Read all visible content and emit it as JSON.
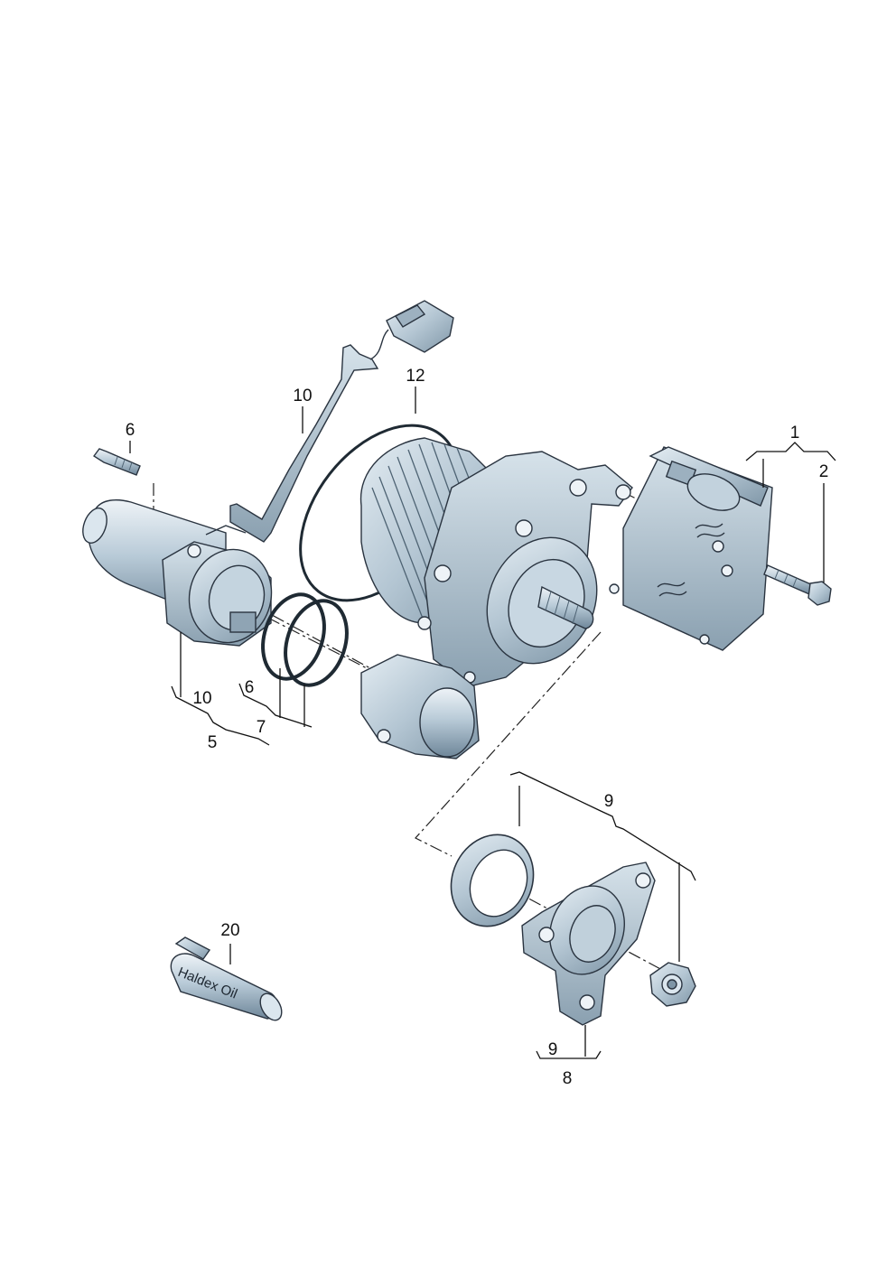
{
  "callouts": {
    "c1": "1",
    "c2": "2",
    "c5": "5",
    "c6a": "6",
    "c6b": "6",
    "c7": "7",
    "c8": "8",
    "c9a": "9",
    "c9b": "9",
    "c10a": "10",
    "c10b": "10",
    "c12": "12",
    "c20": "20"
  },
  "oil_bottle_text": "Haldex Oil",
  "colors": {
    "part_fill": "#b7c9d6",
    "part_light": "#dbe6ee",
    "part_dark": "#7e95a6",
    "line": "#111111"
  }
}
